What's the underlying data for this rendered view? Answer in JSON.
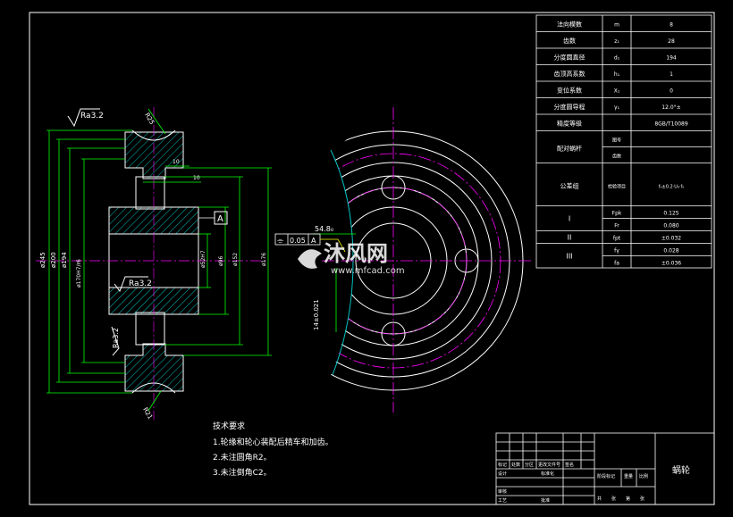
{
  "colors": {
    "background": "#000000",
    "frame": "#ffffff",
    "dimension": "#00ff00",
    "centerline": "#ff00ff",
    "hatch": "#00c0c0",
    "text": "#ffffff",
    "annotation": "#ffff00"
  },
  "param_table": {
    "rows": [
      {
        "label": "法向模数",
        "symbol": "m",
        "value": "8"
      },
      {
        "label": "齿数",
        "symbol": "z₁",
        "value": "28"
      },
      {
        "label": "分度圆直径",
        "symbol": "d₁",
        "value": "194"
      },
      {
        "label": "齿顶高系数",
        "symbol": "h₁",
        "value": "1"
      },
      {
        "label": "变位系数",
        "symbol": "X₁",
        "value": "0"
      },
      {
        "label": "分度圆导程",
        "symbol": "γ₁",
        "value": "12.0°±"
      },
      {
        "label": "精度等级",
        "symbol": "",
        "value": "8GB/T10089"
      }
    ],
    "mating": {
      "label": "配对蜗杆",
      "sub1": "图号",
      "sub2": "齿数"
    },
    "tolerance": {
      "label": "公差组",
      "sub": "检验项目",
      "value": "f₀±0.2·U₀·f₀"
    },
    "groups": [
      {
        "label": "I",
        "items": [
          {
            "symbol": "Fpk",
            "value": "0.125"
          },
          {
            "symbol": "Fr",
            "value": "0.080"
          }
        ]
      },
      {
        "label": "II",
        "items": [
          {
            "symbol": "fpt",
            "value": "±0.032"
          }
        ]
      },
      {
        "label": "III",
        "items": [
          {
            "symbol": "fγ",
            "value": "0.028"
          },
          {
            "symbol": "fa",
            "value": "±0.036"
          }
        ]
      }
    ]
  },
  "dimensions": {
    "d245": "ø245",
    "d200": "ø200",
    "d194": "ø194",
    "d170": "ø170H7/r6",
    "d52": "ø52H7",
    "d96": "ø96",
    "d152": "ø152",
    "d176": "ø176",
    "w10a": "10",
    "w10b": "10",
    "r25": "R25",
    "r21": "R21",
    "key": "54.8₀",
    "keywidth": "14±0.021",
    "datum": "A",
    "tol_sym": "⌯",
    "tol_val": "0.05",
    "tol_ref": "A"
  },
  "roughness": {
    "top": "Ra3.2",
    "bore": "Ra3.2",
    "side": "Ra3.2"
  },
  "notes": {
    "title": "技术要求",
    "items": [
      "1.轮缘和轮心装配后精车和加齿。",
      "2.未注圆角R2。",
      "3.未注倒角C2。"
    ]
  },
  "title_block": {
    "part_name": "蜗轮",
    "cells": [
      "标记",
      "处数",
      "分区",
      "更改文件号",
      "签名",
      "设计",
      "审核",
      "工艺",
      "标准化",
      "批准",
      "阶段标记",
      "重量",
      "比例",
      "共",
      "张",
      "第",
      "张"
    ]
  },
  "watermark": {
    "brand": "沐风网",
    "url": "www.mfcad.com"
  }
}
